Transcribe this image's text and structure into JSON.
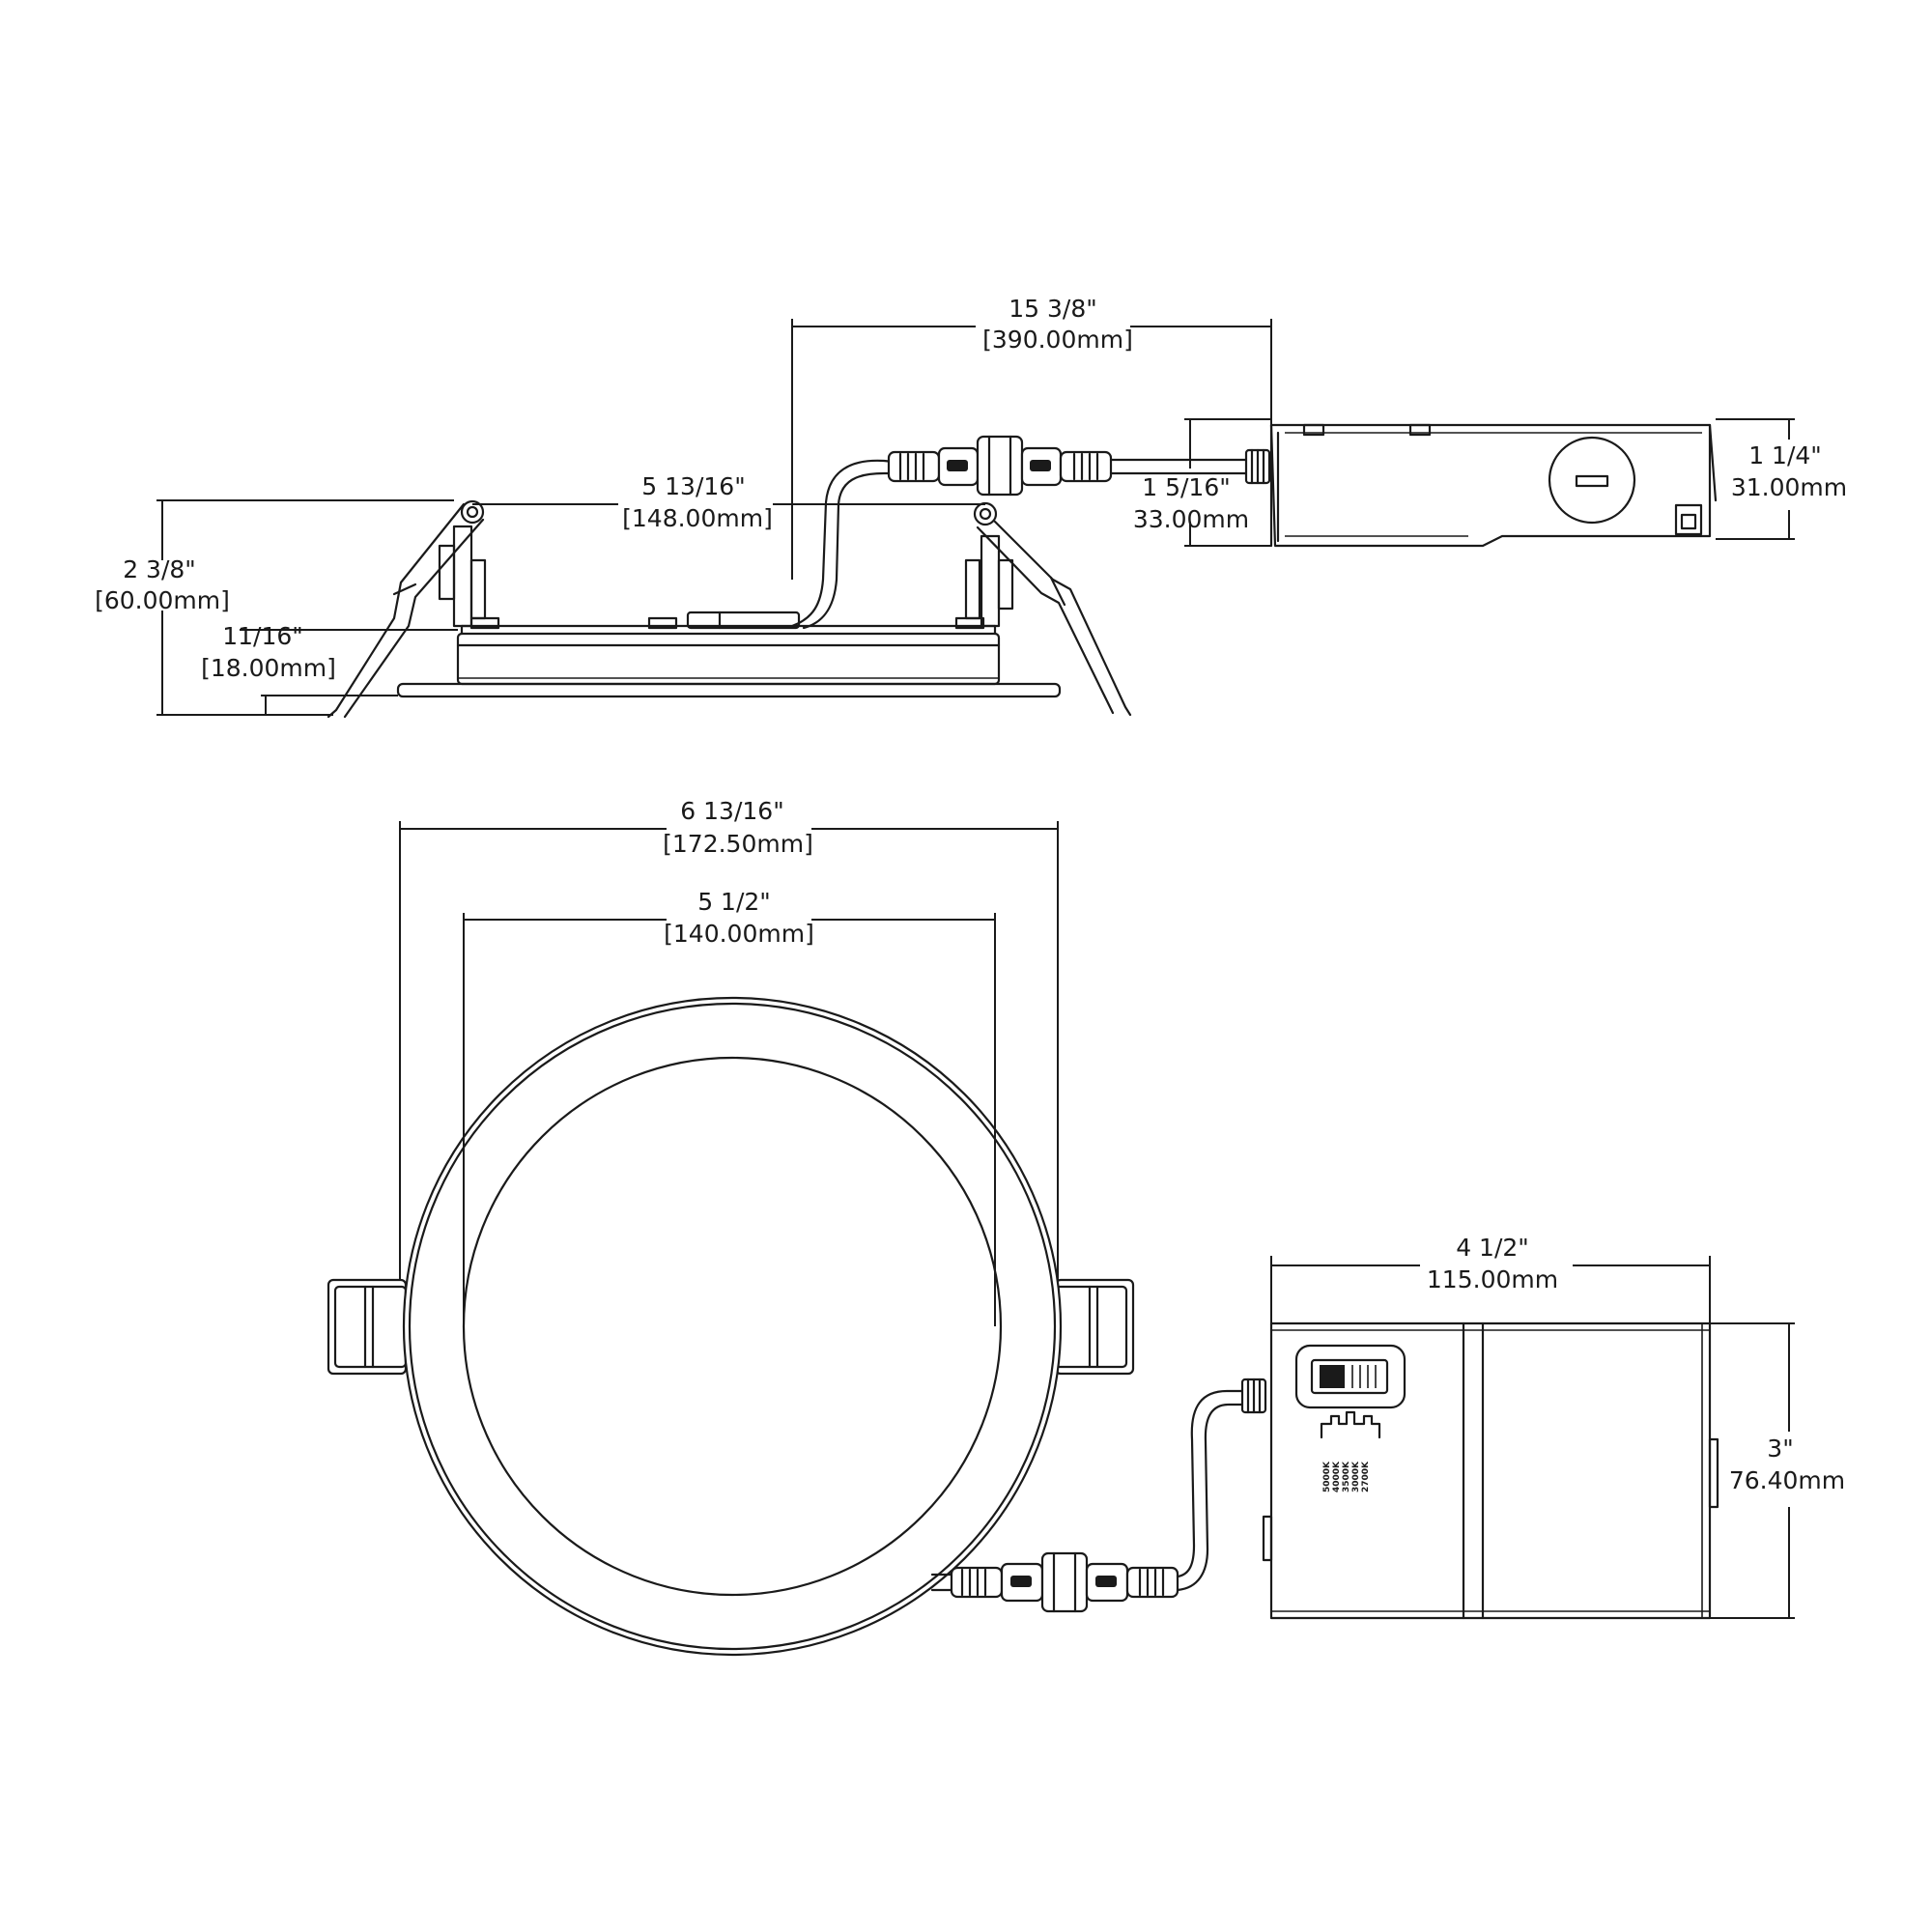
{
  "dimensions": {
    "side_height": {
      "imperial": "2 3/8\"",
      "metric": "[60.00mm]"
    },
    "trim_height": {
      "imperial": "11/16\"",
      "metric": "[18.00mm]"
    },
    "cutout_side": {
      "imperial": "5 13/16\"",
      "metric": "[148.00mm]"
    },
    "cable_length": {
      "imperial": "15 3/8\"",
      "metric": "[390.00mm]"
    },
    "box_side_offset": {
      "imperial": "1 5/16\"",
      "metric": "33.00mm"
    },
    "box_height": {
      "imperial": "1 1/4\"",
      "metric": "31.00mm"
    },
    "overall_diameter": {
      "imperial": "6 13/16\"",
      "metric": "[172.50mm]"
    },
    "aperture_diameter": {
      "imperial": "5 1/2\"",
      "metric": "[140.00mm]"
    },
    "box_length": {
      "imperial": "4 1/2\"",
      "metric": "115.00mm"
    },
    "box_width": {
      "imperial": "3\"",
      "metric": "76.40mm"
    }
  },
  "cct_labels": [
    "5000K",
    "4000K",
    "3500K",
    "3000K",
    "2700K"
  ]
}
